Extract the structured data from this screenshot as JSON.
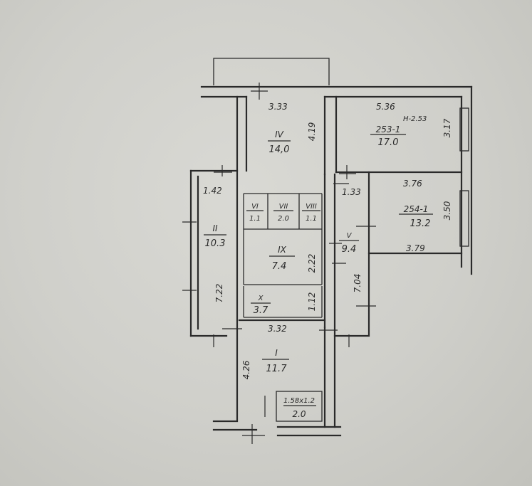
{
  "plan": {
    "rooms": {
      "room_iv": {
        "number": "IV",
        "area": "14,0",
        "width": "3.33",
        "length": "4.19"
      },
      "room_253": {
        "id": "253-1",
        "area": "17.0",
        "width": "5.36",
        "height": "H-2.53",
        "length": "3.17"
      },
      "room_254": {
        "id": "254-1",
        "area": "13.2",
        "width_top": "3.76",
        "width_bottom": "3.79",
        "length": "3.50"
      },
      "room_vi": {
        "number": "VI",
        "area": "1.1"
      },
      "room_vii": {
        "number": "VII",
        "area": "2.0"
      },
      "room_viii": {
        "number": "VIII",
        "area": "1.1"
      },
      "room_ii": {
        "number": "II",
        "area": "10.3",
        "width": "1.42",
        "length": "7.22"
      },
      "room_ix": {
        "number": "IX",
        "area": "7.4",
        "length": "2.22"
      },
      "room_v": {
        "number": "V",
        "area": "9.4",
        "width": "1.33",
        "length": "7.04"
      },
      "room_x": {
        "number": "X",
        "area": "3.7",
        "length": "1.12"
      },
      "room_i": {
        "number": "I",
        "area": "11.7",
        "width": "3.32",
        "length": "4.26"
      },
      "closet": {
        "size": "1.58x1.2",
        "area": "2.0"
      }
    }
  }
}
